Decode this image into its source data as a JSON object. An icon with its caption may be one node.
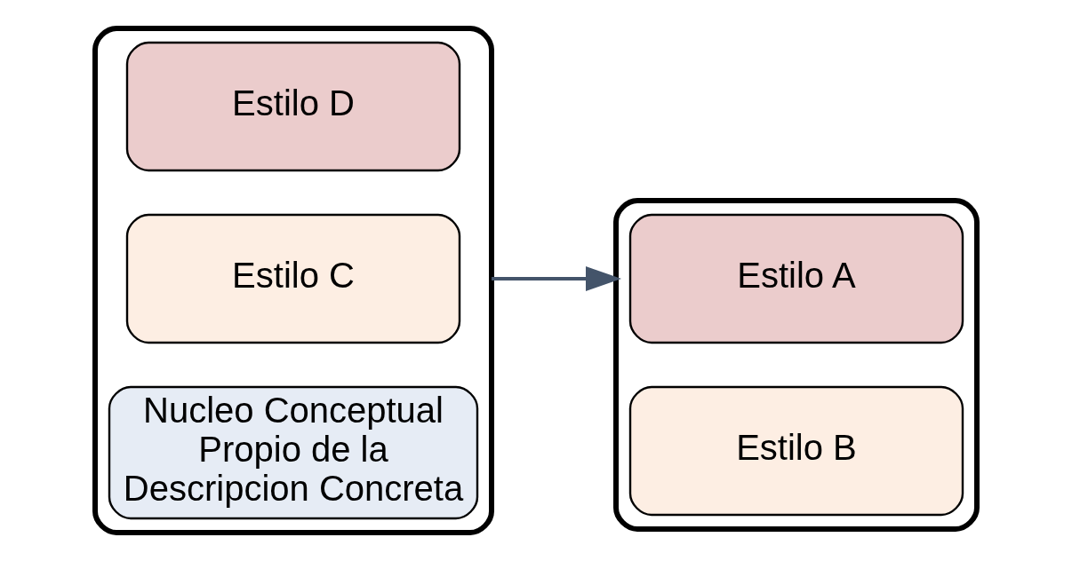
{
  "diagram": {
    "nodes": [
      {
        "text": [],
        "shape": "box"
      },
      {
        "text": [
          "Estilo D"
        ],
        "in": 0
      },
      {
        "text": [
          "Estilo C"
        ],
        "in": 0
      },
      {
        "text": [
          "Nucleo Conceptual Propio de la Descripcion Concreta"
        ],
        "in": 0
      },
      {
        "text": [],
        "shape": "box"
      },
      {
        "text": [
          "Estilo A"
        ],
        "in": 4
      },
      {
        "text": [
          "Estilo B"
        ],
        "in": 4
      }
    ],
    "edges": [
      {
        "from": 0,
        "to": 4,
        "arrow": "to"
      }
    ]
  }
}
